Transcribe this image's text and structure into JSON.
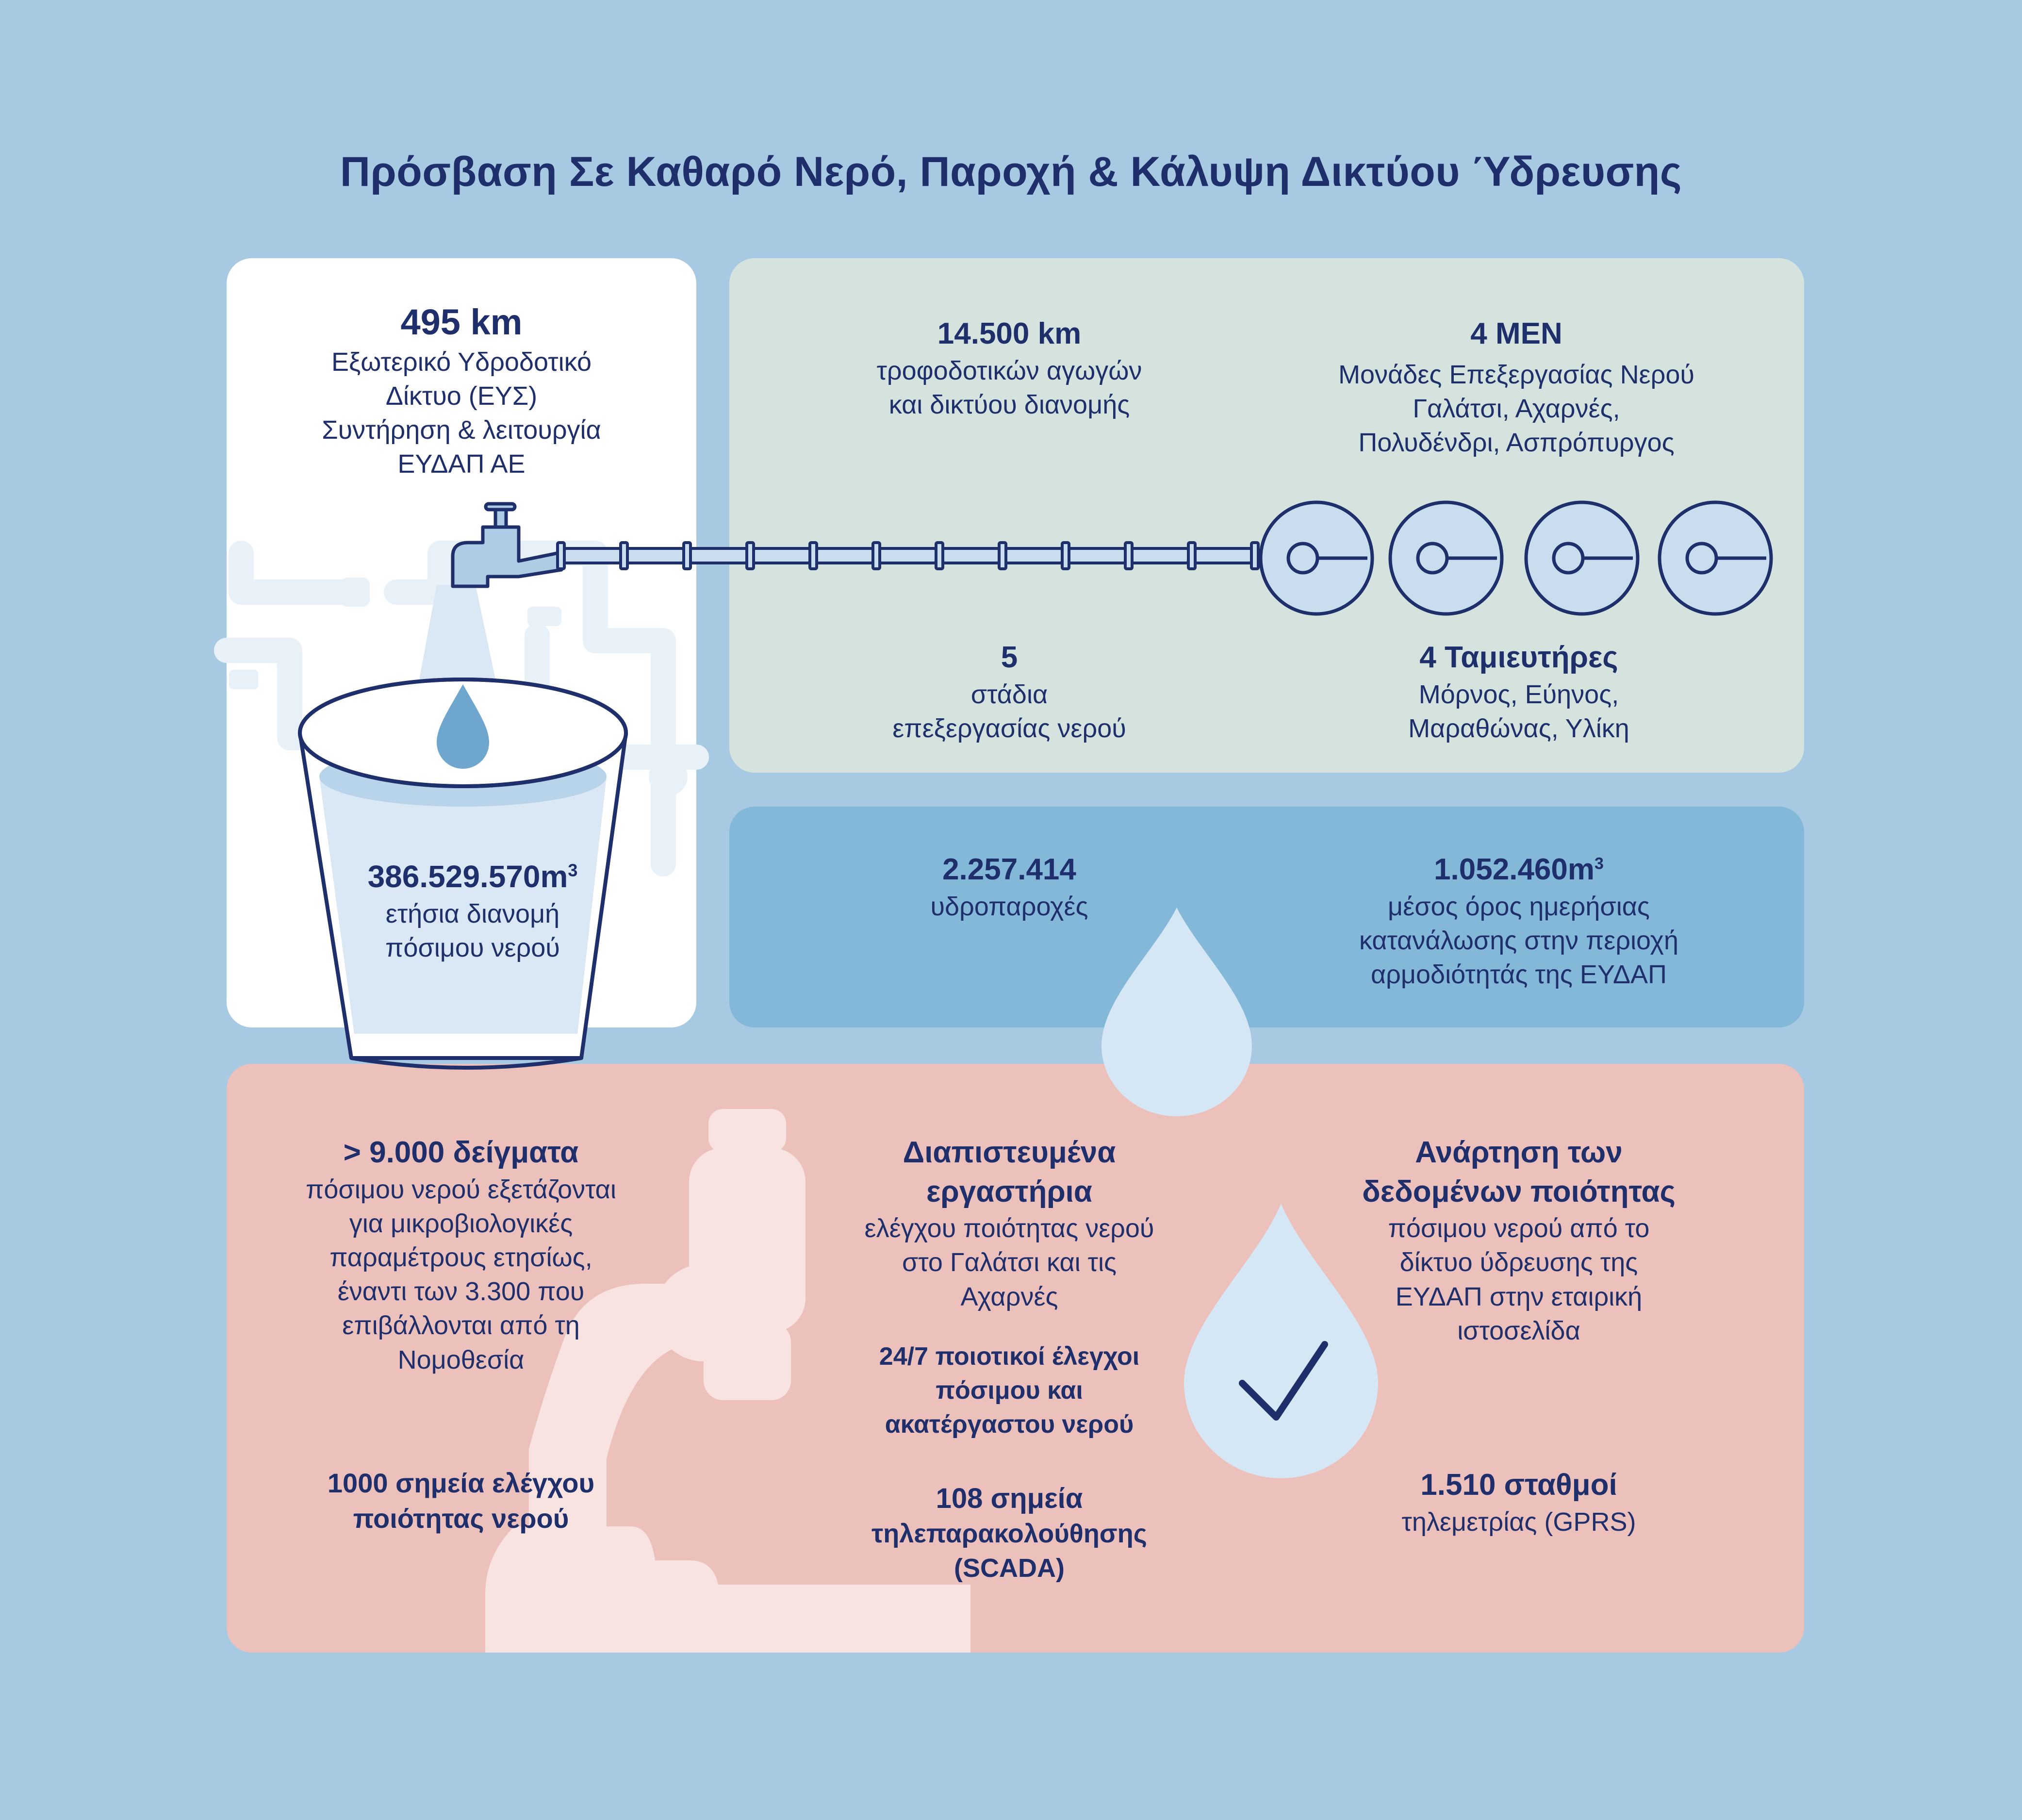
{
  "title": "Πρόσβαση Σε Καθαρό Νερό, Παροχή & Κάλυψη Δικτύου Ύδρευσης",
  "external_network": {
    "value": "495 km",
    "lines": [
      "Εξωτερικό Υδροδοτικό",
      "Δίκτυο (ΕΥΣ)",
      "Συντήρηση & λειτουργία",
      "ΕΥΔΑΠ ΑΕ"
    ]
  },
  "annual_distribution": {
    "value": "386.529.570m",
    "unit_sup": "3",
    "lines": [
      "ετήσια διανομή",
      "πόσιμου νερού"
    ]
  },
  "pipelines": {
    "value": "14.500 km",
    "lines": [
      "τροφοδοτικών αγωγών",
      "και δικτύου διανομής"
    ]
  },
  "treatment_plants": {
    "value": "4 ΜΕΝ",
    "lines": [
      "Μονάδες Επεξεργασίας Νερού",
      "Γαλάτσι, Αχαρνές,",
      "Πολυδένδρι, Ασπρόπυργος"
    ]
  },
  "stages": {
    "value": "5",
    "lines": [
      "στάδια",
      "επεξεργασίας νερού"
    ]
  },
  "reservoirs": {
    "value": "4 Ταμιευτήρες",
    "lines": [
      "Μόρνος, Εύηνος,",
      "Μαραθώνας, Υλίκη"
    ]
  },
  "water_supplies": {
    "value": "2.257.414",
    "lines": [
      "υδροπαροχές"
    ]
  },
  "daily_consumption": {
    "value": "1.052.460m",
    "unit_sup": "3",
    "lines": [
      "μέσος όρος ημερήσιας",
      "κατανάλωσης στην περιοχή",
      "αρμοδιότητάς της ΕΥΔΑΠ"
    ]
  },
  "samples": {
    "value": "> 9.000 δείγματα",
    "lines": [
      "πόσιμου νερού εξετάζονται",
      "για μικροβιολογικές",
      "παραμέτρους ετησίως,",
      "έναντι των 3.300 που",
      "επιβάλλονται από τη",
      "Νομοθεσία"
    ]
  },
  "control_points": {
    "lines": [
      "1000 σημεία ελέγχου",
      "ποιότητας νερού"
    ]
  },
  "labs": {
    "title_lines": [
      "Διαπιστευμένα",
      "εργαστήρια"
    ],
    "lines": [
      "ελέγχου ποιότητας νερού",
      "στο Γαλάτσι και τις",
      "Αχαρνές"
    ]
  },
  "checks_24_7": {
    "lines": [
      "24/7 ποιοτικοί έλεγχοι",
      "πόσιμου και",
      "ακατέργαστου νερού"
    ]
  },
  "scada": {
    "value": "108 σημεία",
    "lines": [
      "τηλεπαρακολούθησης",
      "(SCADA)"
    ]
  },
  "publication": {
    "title_lines": [
      "Ανάρτηση των",
      "δεδομένων ποιότητας"
    ],
    "lines": [
      "πόσιμου νερού από το",
      "δίκτυο ύδρευσης της",
      "ΕΥΔΑΠ στην εταιρική",
      "ιστοσελίδα"
    ]
  },
  "telemetry": {
    "value": "1.510 σταθμοί",
    "lines": [
      "τηλεμετρίας (GPRS)"
    ]
  },
  "icons": [
    "faucet-icon",
    "pipe-icon",
    "treatment-tank-icon",
    "bucket-icon",
    "water-drop-icon",
    "microscope-icon",
    "check-drop-icon"
  ],
  "colors": {
    "background": "#a8c9e2",
    "text": "#1f2f6b",
    "panel_white": "#ffffff",
    "panel_green": "#d5e3de",
    "panel_blue": "#83b8d9",
    "panel_pink": "#ecc0bb"
  }
}
